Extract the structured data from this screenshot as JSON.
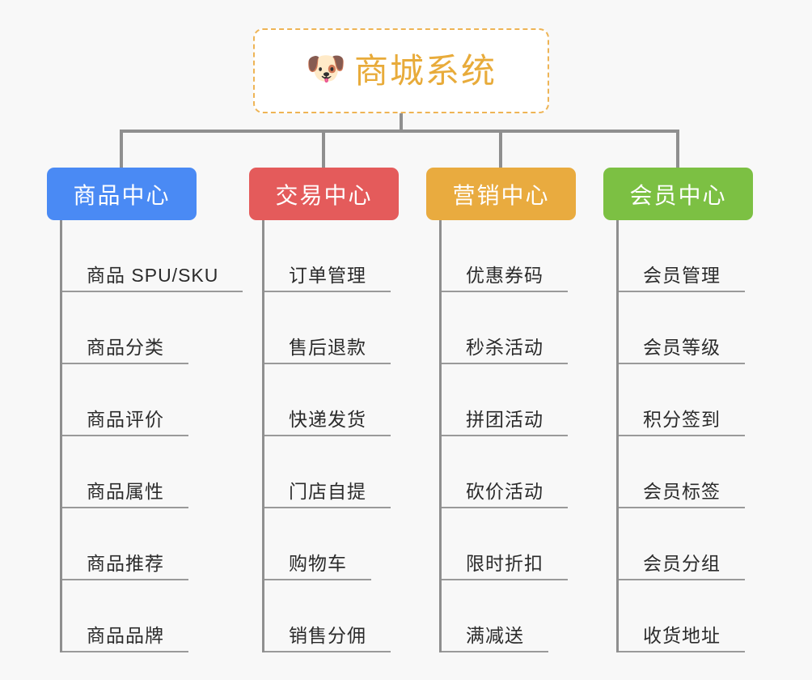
{
  "background_color": "#f8f8f8",
  "root": {
    "icon": "shiba-dog-face-emoji",
    "emoji": "🐶",
    "title": "商城系统",
    "title_color": "#e8ab3a",
    "border_color": "#eeb455",
    "fill_color": "#ffffff"
  },
  "connector_color": "#8f8f8f",
  "branches": [
    {
      "label": "商品中心",
      "color": "#4a8af4",
      "items": [
        "商品 SPU/SKU",
        "商品分类",
        "商品评价",
        "商品属性",
        "商品推荐",
        "商品品牌"
      ]
    },
    {
      "label": "交易中心",
      "color": "#e45b5b",
      "items": [
        "订单管理",
        "售后退款",
        "快递发货",
        "门店自提",
        "购物车",
        "销售分佣"
      ]
    },
    {
      "label": "营销中心",
      "color": "#e9ab3f",
      "items": [
        "优惠券码",
        "秒杀活动",
        "拼团活动",
        "砍价活动",
        "限时折扣",
        "满减送"
      ]
    },
    {
      "label": "会员中心",
      "color": "#7cc043",
      "items": [
        "会员管理",
        "会员等级",
        "积分签到",
        "会员标签",
        "会员分组",
        "收货地址"
      ]
    }
  ],
  "layout": {
    "branch_left": [
      58,
      308,
      527,
      746
    ],
    "branch_width": [
      185,
      185,
      185,
      185
    ],
    "drop_left": [
      148,
      398,
      617,
      836
    ]
  }
}
